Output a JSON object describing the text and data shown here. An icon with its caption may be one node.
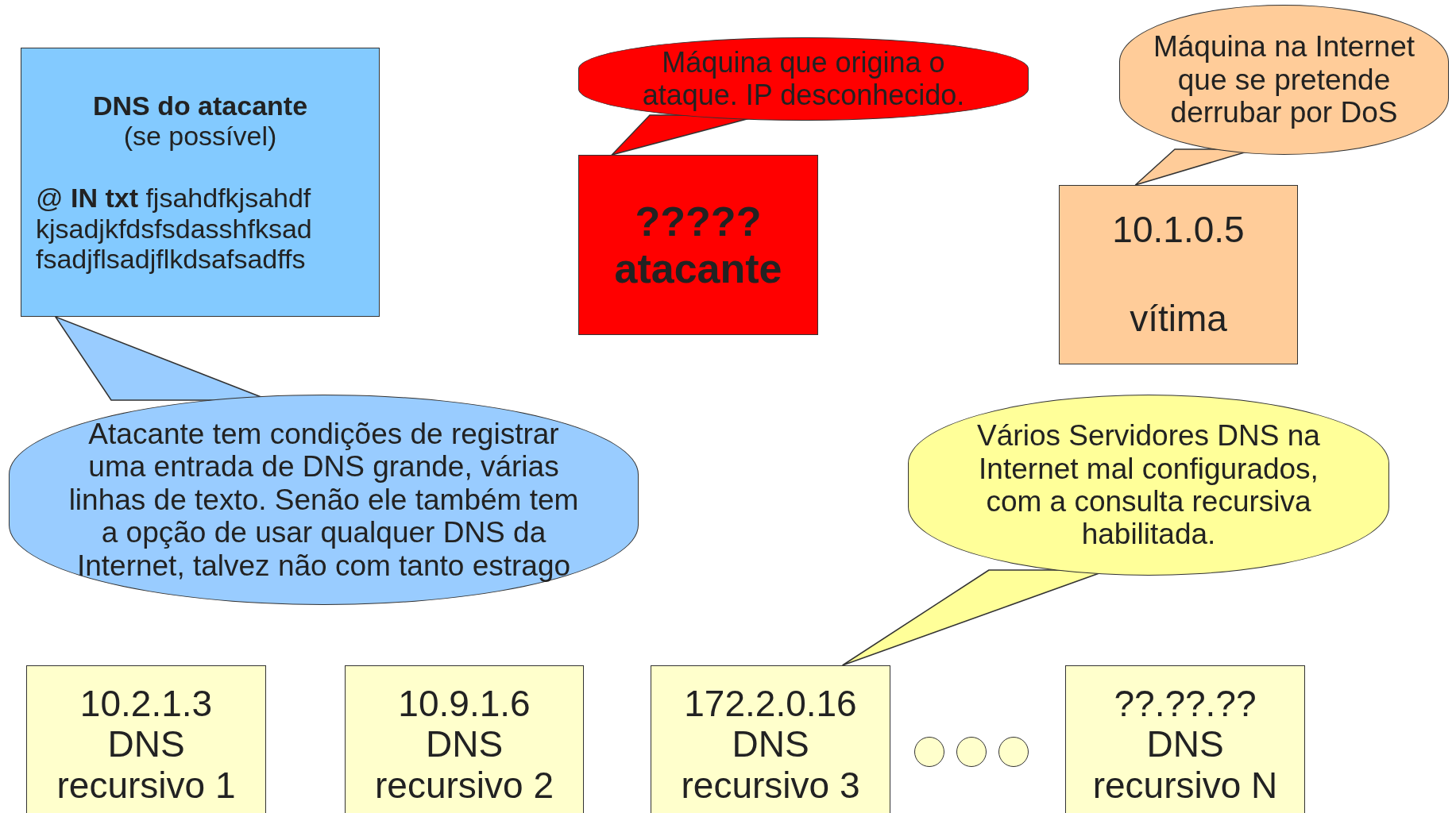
{
  "diagram": {
    "nodes": [
      {
        "text": [
          "DNS do atacante",
          "(se possível)",
          "@ **IN txt** fjsahdfkjsahdf kjsadjkfdsfsdasshfksad fsadjflsadjflkdsafsadffs"
        ]
      },
      {
        "text": [
          "Máquina que origina o ataque. IP desconhecido."
        ]
      },
      {
        "text": [
          "????? atacante"
        ]
      },
      {
        "text": [
          "Máquina na Internet que se pretende derrubar por DoS"
        ]
      },
      {
        "text": [
          "10.1.0.5",
          "vítima"
        ]
      },
      {
        "text": [
          "Atacante tem condições de registrar uma entrada de DNS grande, várias linhas de texto. Senão ele também tem a opção de usar qualquer DNS da Internet, talvez não com tanto estrago"
        ]
      },
      {
        "text": [
          "Vários Servidores DNS na Internet mal configurados, com a consulta recursiva habilitada."
        ]
      },
      {
        "text": [
          "10.2.1.3 DNS recursivo 1"
        ]
      },
      {
        "text": [
          "10.9.1.6 DNS recursivo 2"
        ]
      },
      {
        "text": [
          "172.2.0.16 DNS recursivo 3"
        ]
      },
      {
        "text": [],
        "shape": "circle"
      },
      {
        "text": [],
        "shape": "circle"
      },
      {
        "text": [],
        "shape": "circle"
      },
      {
        "text": [
          "??.??.?? DNS recursivo N"
        ]
      }
    ],
    "edges": [
      {
        "from": 5,
        "to": 0,
        "arrow": "none"
      },
      {
        "from": 1,
        "to": 2,
        "arrow": "none"
      },
      {
        "from": 3,
        "to": 4,
        "arrow": "none"
      },
      {
        "from": 6,
        "to": 9,
        "arrow": "none"
      }
    ]
  }
}
